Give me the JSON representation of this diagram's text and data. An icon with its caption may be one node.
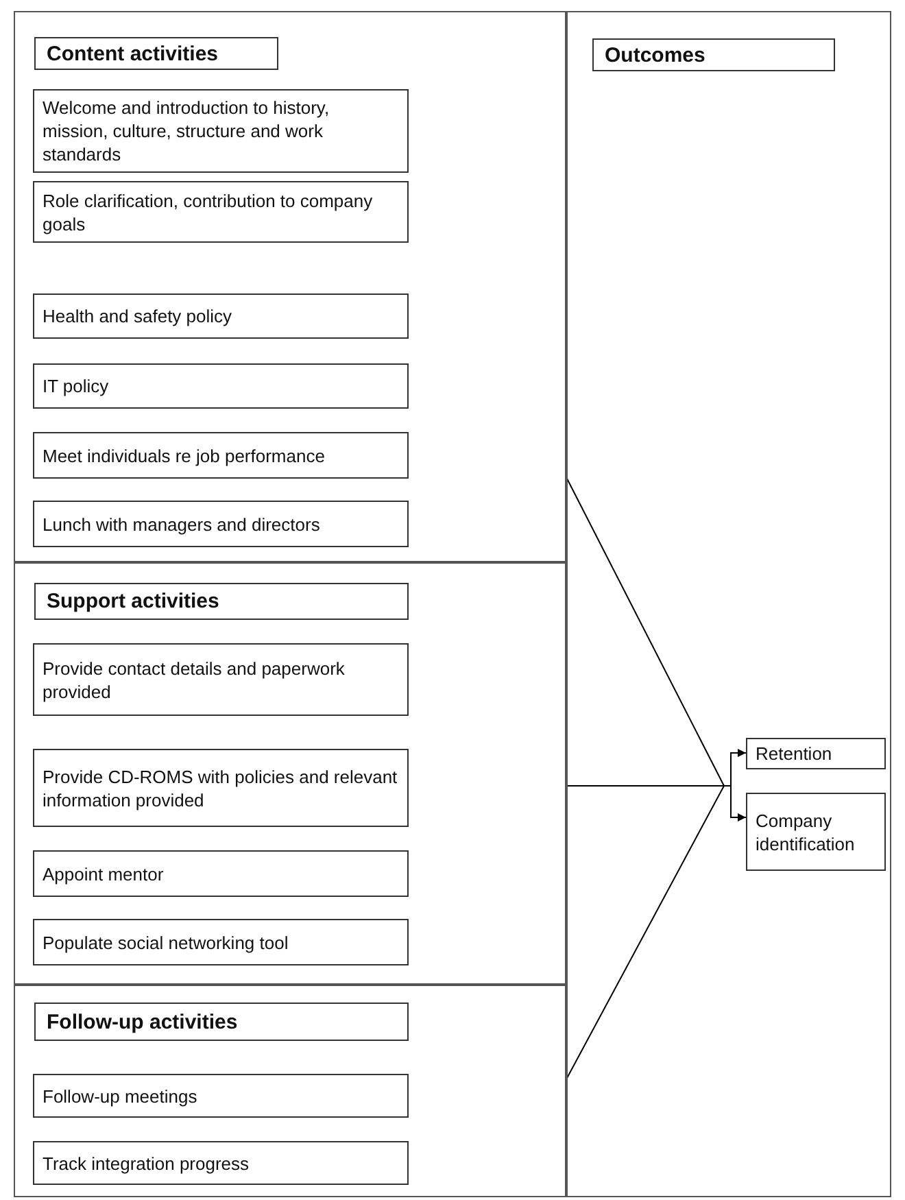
{
  "diagram": {
    "nodes": [
      {
        "text": [],
        "shape": "box"
      },
      {
        "text": [
          "Content activities"
        ],
        "in": 0
      },
      {
        "text": [
          "Welcome and introduction to history, mission, culture, structure and work standards"
        ],
        "in": 0
      },
      {
        "text": [
          "Role clarification, contribution to company goals"
        ],
        "in": 0
      },
      {
        "text": [
          "Health and safety policy"
        ],
        "in": 0
      },
      {
        "text": [
          "IT policy"
        ],
        "in": 0
      },
      {
        "text": [
          "Meet individuals re  job performance"
        ],
        "in": 0
      },
      {
        "text": [
          "Lunch with managers and directors"
        ],
        "in": 0
      },
      {
        "text": [],
        "shape": "box"
      },
      {
        "text": [
          "Support activities"
        ],
        "in": 8
      },
      {
        "text": [
          "Provide contact details and paperwork provided"
        ],
        "in": 8
      },
      {
        "text": [
          "Provide CD-ROMS with policies and relevant information provided"
        ],
        "in": 8
      },
      {
        "text": [
          "Appoint mentor"
        ],
        "in": 8
      },
      {
        "text": [
          "Populate social networking tool"
        ],
        "in": 8
      },
      {
        "text": [],
        "shape": "box"
      },
      {
        "text": [
          "Follow-up activities"
        ],
        "in": 14
      },
      {
        "text": [
          "Follow-up meetings"
        ],
        "in": 14
      },
      {
        "text": [
          "Track integration progress"
        ],
        "in": 14
      },
      {
        "text": [],
        "shape": "box"
      },
      {
        "text": [
          "Outcomes"
        ],
        "in": 18
      },
      {
        "text": [
          "Retention"
        ],
        "in": 18
      },
      {
        "text": [
          "Company identification"
        ],
        "in": 18
      }
    ],
    "edges": [
      {
        "from": 0,
        "to": 20,
        "arrow": "to"
      },
      {
        "from": 0,
        "to": 21,
        "arrow": "to"
      },
      {
        "from": 8,
        "to": 20,
        "arrow": "to"
      },
      {
        "from": 8,
        "to": 21,
        "arrow": "to"
      },
      {
        "from": 14,
        "to": 20,
        "arrow": "to"
      },
      {
        "from": 14,
        "to": 21,
        "arrow": "to"
      }
    ]
  }
}
